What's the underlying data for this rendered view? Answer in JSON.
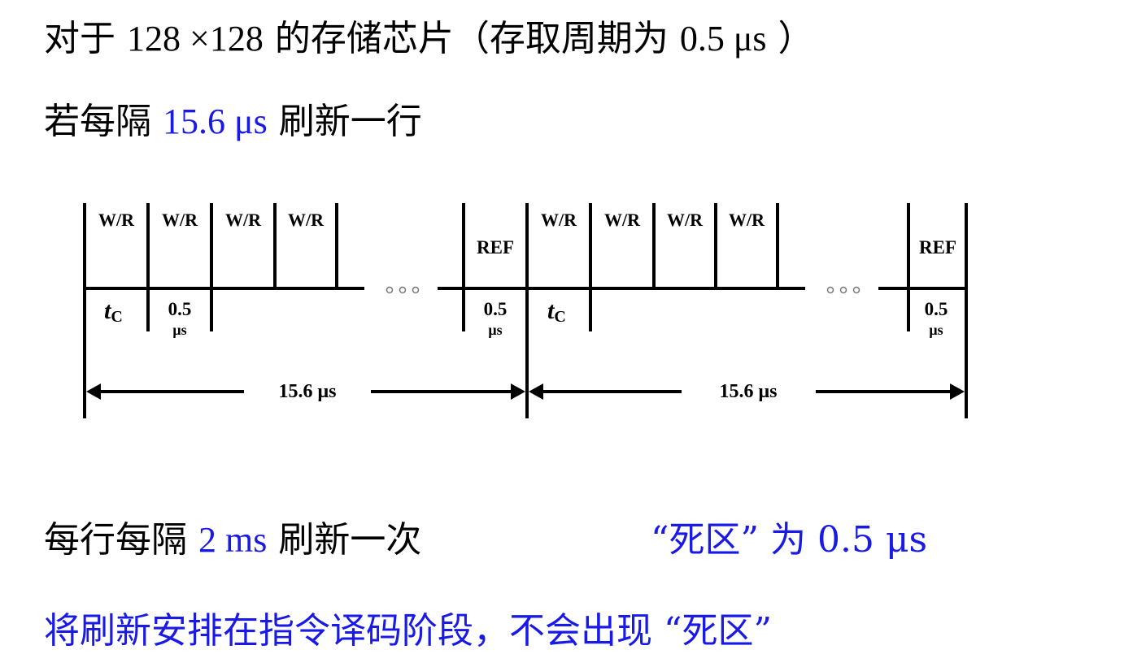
{
  "lines": {
    "line1": {
      "prefix": "对于 ",
      "dims": "128 ×128",
      "mid": " 的存储芯片（存取周期为 ",
      "value": "0.5 μs",
      "suffix": " ）"
    },
    "line2": {
      "prefix": "若每隔 ",
      "value": "15.6 μs",
      "suffix": " 刷新一行"
    },
    "line3": {
      "prefix": "每行每隔 ",
      "value": "2 ms",
      "suffix": " 刷新一次",
      "dead_zone": "“死区” 为 0.5 μs"
    },
    "line4": {
      "text": "将刷新安排在指令译码阶段，不会出现 “死区”"
    }
  },
  "diagram": {
    "cell_label": "W/R",
    "ref_label": "REF",
    "tc_label": "t",
    "tc_sub": "C",
    "half_label": "0.5",
    "us_label": "μs",
    "dots": "○ ○ ○",
    "period_label": "15.6  μs"
  },
  "colors": {
    "text": "#000000",
    "accent_blue": "#1a1ae6"
  }
}
